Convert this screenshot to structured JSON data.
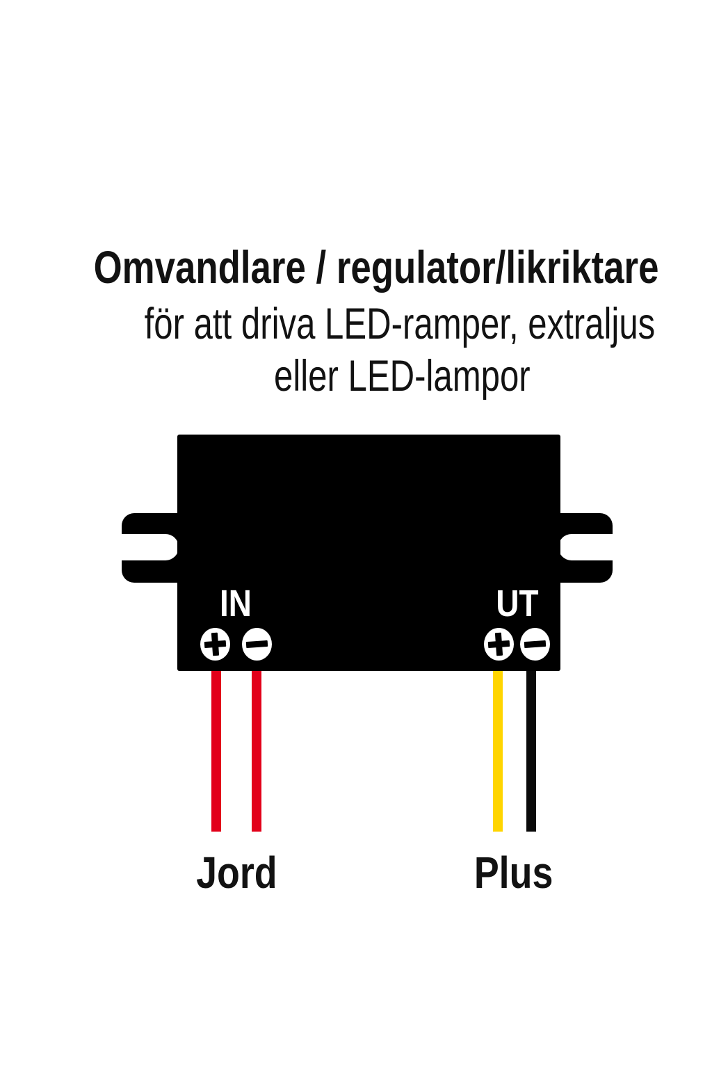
{
  "page": {
    "background_color": "#ffffff",
    "text_color": "#121212"
  },
  "title": {
    "line1": "Omvandlare / regulator/likriktare",
    "line2": "för att driva LED-ramper, extraljus",
    "line3": "eller LED-lampor"
  },
  "device": {
    "body_color": "#000000",
    "in": {
      "label": "IN",
      "terminals": [
        "plus-icon",
        "minus-icon"
      ]
    },
    "ut": {
      "label": "UT",
      "terminals": [
        "plus-icon",
        "minus-icon"
      ]
    }
  },
  "wires": {
    "in_plus": {
      "color": "#e2001a"
    },
    "in_minus": {
      "color": "#e2001a"
    },
    "ut_plus": {
      "color": "#ffd500"
    },
    "ut_minus": {
      "color": "#0a0a0a"
    }
  },
  "wire_labels": {
    "input": "Jord",
    "output": "Plus"
  }
}
